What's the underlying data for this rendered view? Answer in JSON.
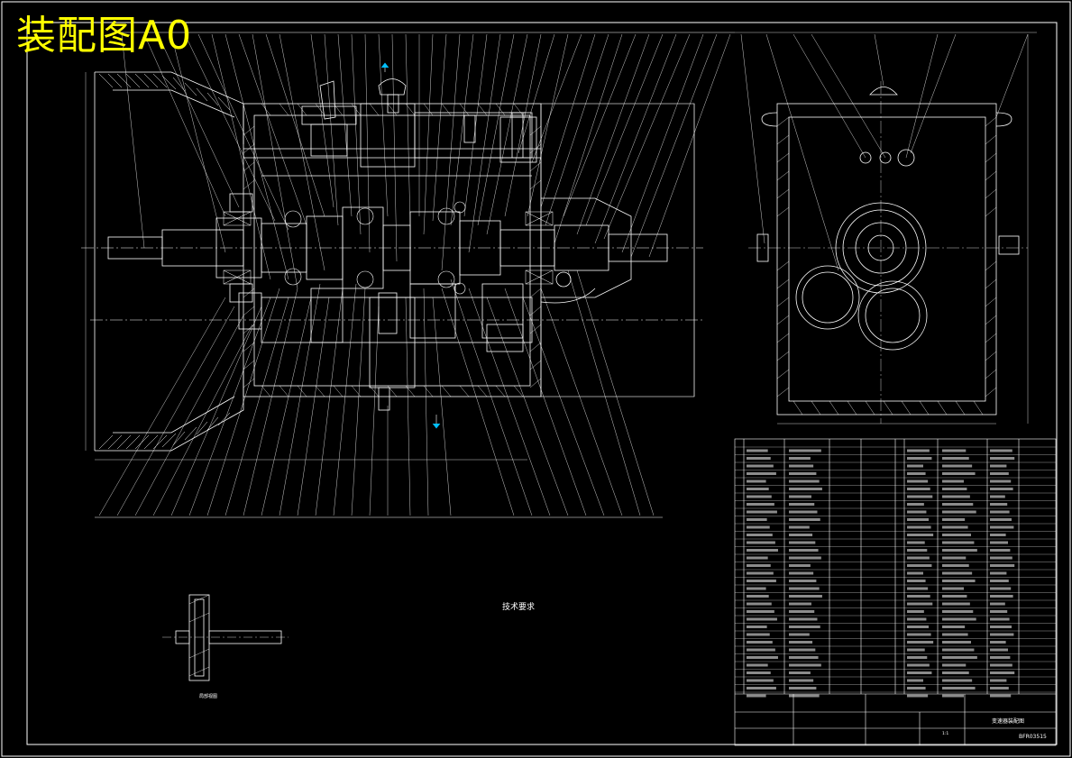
{
  "title_overlay": "装配图A0",
  "technical_requirements": {
    "title": "技术要求"
  },
  "detail_view_label": "局部视图",
  "title_block": {
    "drawing_number": "BFR03515",
    "drawing_name": "变速器装配图",
    "scale": "1:1"
  },
  "colors": {
    "background": "#000000",
    "line": "#ffffff",
    "title": "#ffff00"
  },
  "icons": [
    "breather-cap-icon",
    "bolt-icon"
  ]
}
